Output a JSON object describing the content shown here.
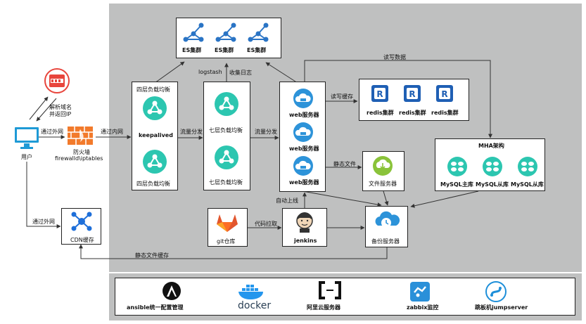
{
  "colors": {
    "panel_bg": "#bfc0c0",
    "es_blue": "#2a74c5",
    "teal": "#2cc6b0",
    "redis_blue": "#1f5fb4",
    "cloud_blue": "#2d93d9",
    "firewall_orange": "#f27a2b",
    "dns_red": "#e8453c",
    "git_orange": "#e2562e",
    "green": "#8ac33a"
  },
  "es": {
    "items": [
      "ES集群",
      "ES集群",
      "ES集群"
    ],
    "icon": "es-cluster-icon"
  },
  "dns": {
    "icon": "dns-icon",
    "label": "解析域名",
    "label2": "并返回IP"
  },
  "user": {
    "label": "用户",
    "icon": "monitor-icon"
  },
  "firewall": {
    "label": "防火墙",
    "label2": "firewalld\\iptables",
    "icon": "firewall-icon"
  },
  "edges": {
    "via_internet_1": "通过外网",
    "via_internet_2": "通过内网",
    "via_internet_3": "通过外网",
    "traffic_split_1": "流量分发",
    "traffic_split_2": "流量分发",
    "logstash": "logstash",
    "collect_logs": "收集日志",
    "read_write_data": "读写数据",
    "read_write_cache": "读写缓存",
    "static_files": "静态文件",
    "auto_deploy": "自动上线",
    "code_pull": "代码拉取",
    "static_cache": "静态文件缓存"
  },
  "l4": {
    "top": "四层负载均衡",
    "mid": "keepalived",
    "bottom": "四层负载均衡"
  },
  "l7": {
    "top": "七层负载均衡",
    "bottom": "七层负载均衡"
  },
  "web": {
    "items": [
      "web服务器",
      "web服务器",
      "web服务器"
    ]
  },
  "redis": {
    "items": [
      "redis集群",
      "redis集群",
      "redis集群"
    ]
  },
  "file_server": {
    "label": "文件服务器"
  },
  "mha": {
    "title": "MHA架构",
    "items": [
      "MySQL主库",
      "MySQL从库",
      "MySQL从库"
    ]
  },
  "backup": {
    "label": "备份服务器"
  },
  "git": {
    "label": "git仓库"
  },
  "jenkins": {
    "label": "jenkins"
  },
  "cdn": {
    "label": "CDN缓存"
  },
  "tools": [
    {
      "label": "ansible统一配置管理",
      "icon": "ansible-icon"
    },
    {
      "label": "docker",
      "icon": "docker-icon"
    },
    {
      "label": "阿里云服务器",
      "icon": "aliyun-icon"
    },
    {
      "label": "zabbix监控",
      "icon": "zabbix-icon"
    },
    {
      "label": "跳板机jumpserver",
      "icon": "jumpserver-icon"
    }
  ]
}
